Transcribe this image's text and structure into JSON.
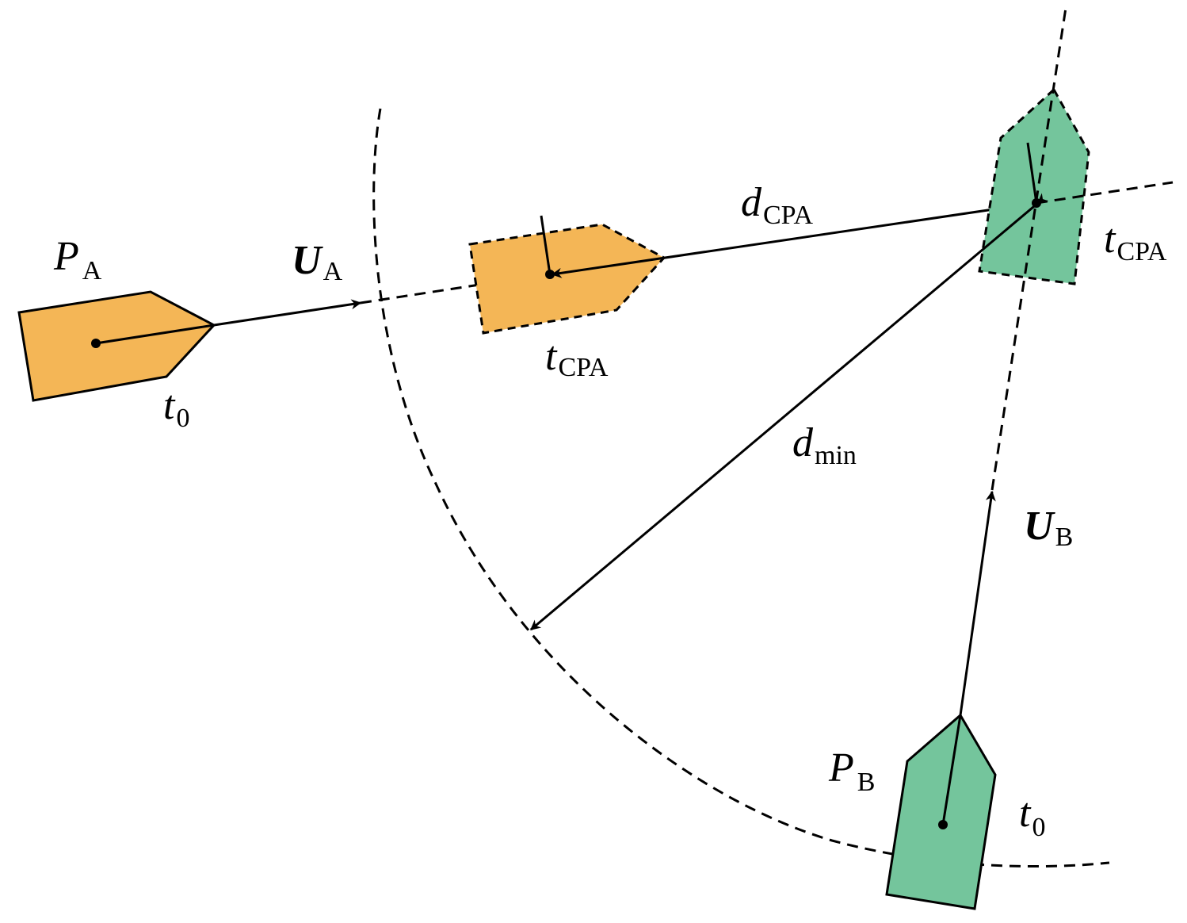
{
  "colors": {
    "ship_a": "#F4B656",
    "ship_b": "#74C59C",
    "line": "#000000",
    "background": "#FFFFFF"
  },
  "labels": {
    "pa": {
      "main": "P",
      "sub": "A"
    },
    "ua": {
      "main": "U",
      "sub": "A"
    },
    "pa_t0": {
      "main": "t",
      "sub": "0"
    },
    "pa_tcpa": {
      "main": "t",
      "sub": "CPA"
    },
    "dcpa": {
      "main": "d",
      "sub": "CPA"
    },
    "pb_tcpa": {
      "main": "t",
      "sub": "CPA"
    },
    "dmin": {
      "main": "d",
      "sub": "min"
    },
    "ub": {
      "main": "U",
      "sub": "B"
    },
    "pb": {
      "main": "P",
      "sub": "B"
    },
    "pb_t0": {
      "main": "t",
      "sub": "0"
    }
  }
}
